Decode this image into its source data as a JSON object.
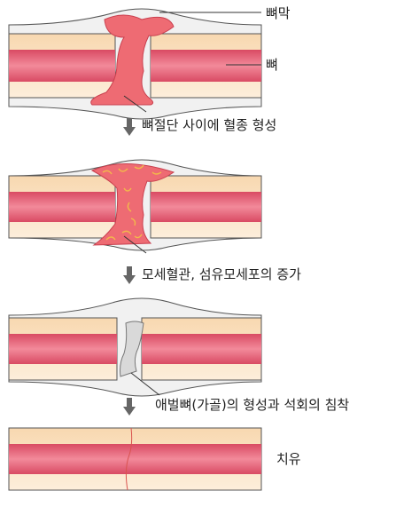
{
  "labels": {
    "periosteum": "뼈막",
    "bone": "뼈",
    "step1": "뼈절단 사이에 혈종 형성",
    "step2": "모세혈관, 섬유모세포의 증가",
    "step3": "애벌뼈(가골)의 형성과 석회의 침착",
    "step4": "치유"
  },
  "colors": {
    "bone_outer": "#fbe3c4",
    "bone_marrow": "#e86378",
    "periosteum": "#f0f0f0",
    "hematoma": "#ee6b73",
    "callus": "#dedede",
    "arrow": "#666666",
    "capillary": "#f2b84b"
  }
}
